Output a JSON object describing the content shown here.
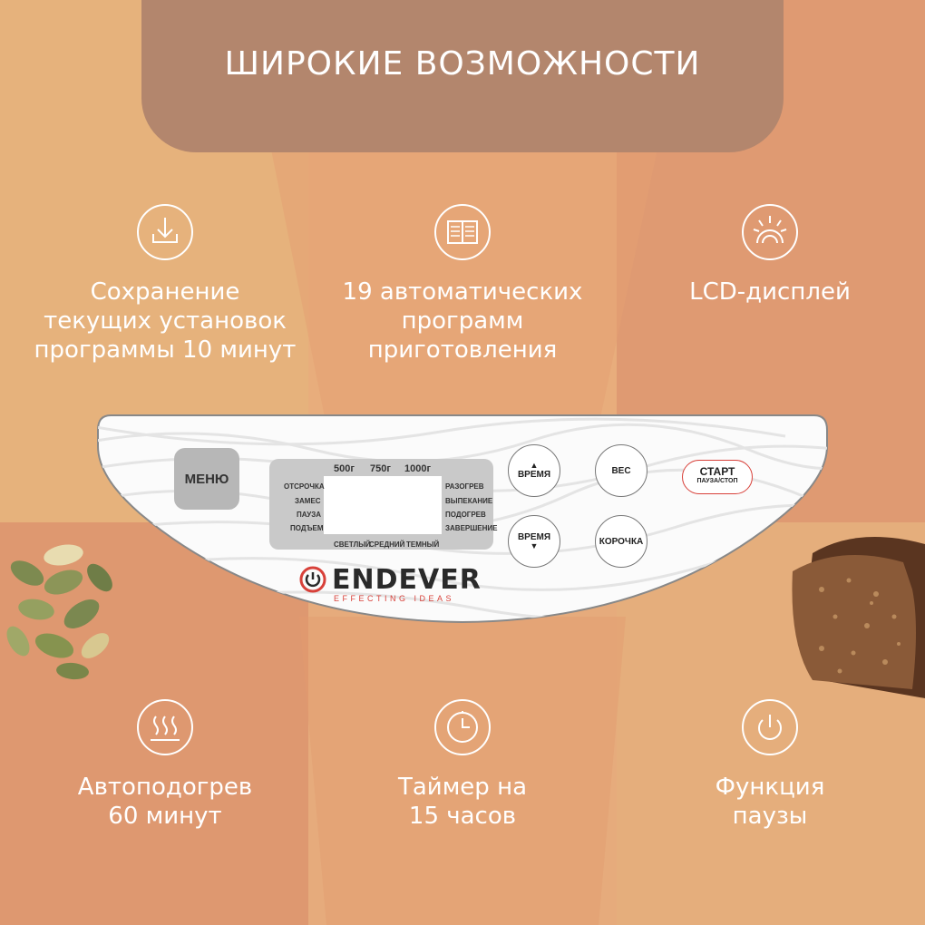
{
  "banner": {
    "title": "ШИРОКИЕ ВОЗМОЖНОСТИ"
  },
  "features": [
    {
      "icon": "download-tray-icon",
      "text": "Сохранение\nтекущих установок\nпрограммы 10 минут"
    },
    {
      "icon": "recipe-book-icon",
      "text": "19 автоматических\nпрограмм\nприготовления"
    },
    {
      "icon": "lcd-display-icon",
      "text": "LCD-дисплей"
    },
    {
      "icon": "heat-waves-icon",
      "text": "Автоподогрев\n60 минут"
    },
    {
      "icon": "clock-icon",
      "text": "Таймер на\n15 часов"
    },
    {
      "icon": "power-icon",
      "text": "Функция\nпаузы"
    }
  ],
  "panel": {
    "menu_label": "МЕНЮ",
    "weights": [
      "500г",
      "750г",
      "1000г"
    ],
    "left_labels": [
      "ОТСРОЧКА",
      "ЗАМЕС",
      "ПАУЗА",
      "ПОДЪЕМ"
    ],
    "right_labels": [
      "РАЗОГРЕВ",
      "ВЫПЕКАНИЕ",
      "ПОДОГРЕВ",
      "ЗАВЕРШЕНИЕ"
    ],
    "crust_labels": [
      "СВЕТЛЫЙ",
      "СРЕДНИЙ",
      "ТЕМНЫЙ"
    ],
    "time_up_label": "ВРЕМЯ",
    "time_down_label": "ВРЕМЯ",
    "weight_label": "ВЕС",
    "crust_label": "КОРОЧКА",
    "start_label": "СТАРТ",
    "start_sub_label": "ПАУЗА/СТОП",
    "brand": "ENDEVER",
    "brand_tagline": "EFFECTING IDEAS"
  },
  "colors": {
    "bg_light": "#e8b07e",
    "bg_mid": "#e3a274",
    "bg_dark": "#df9a72",
    "banner": "#b3866d",
    "accent_red": "#d8413a"
  }
}
